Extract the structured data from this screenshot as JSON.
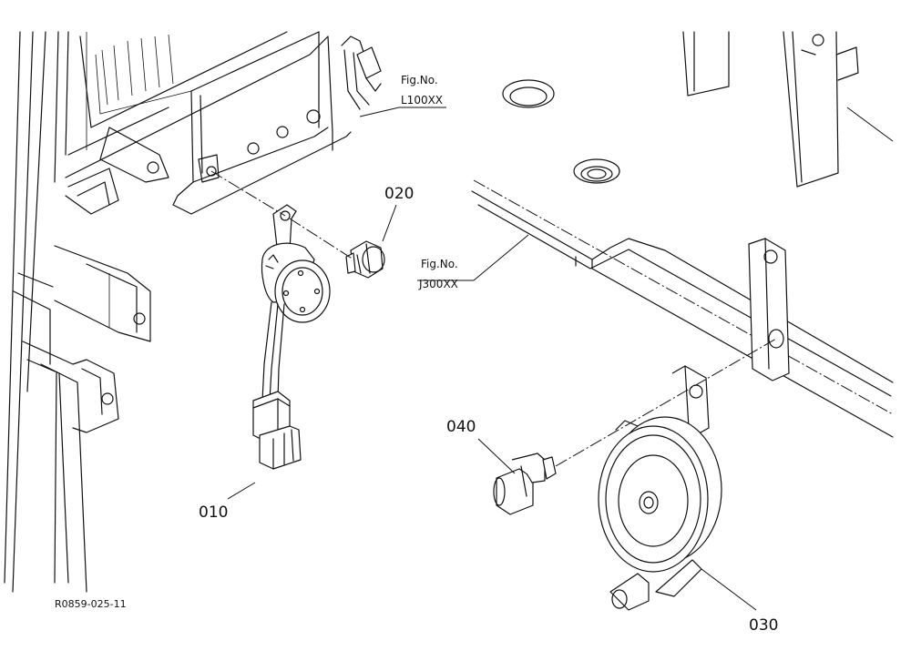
{
  "part_labels": {
    "p010": "010",
    "p020": "020",
    "p030": "030",
    "p040": "040"
  },
  "figure_refs": {
    "ref1": {
      "line1": "Fig.No.",
      "line2": "L100XX"
    },
    "ref2": {
      "line1": "Fig.No.",
      "line2": "J300XX"
    }
  },
  "drawing_code": "R0859-025-11",
  "colors": {
    "ink": "#111111",
    "background": "#ffffff"
  }
}
